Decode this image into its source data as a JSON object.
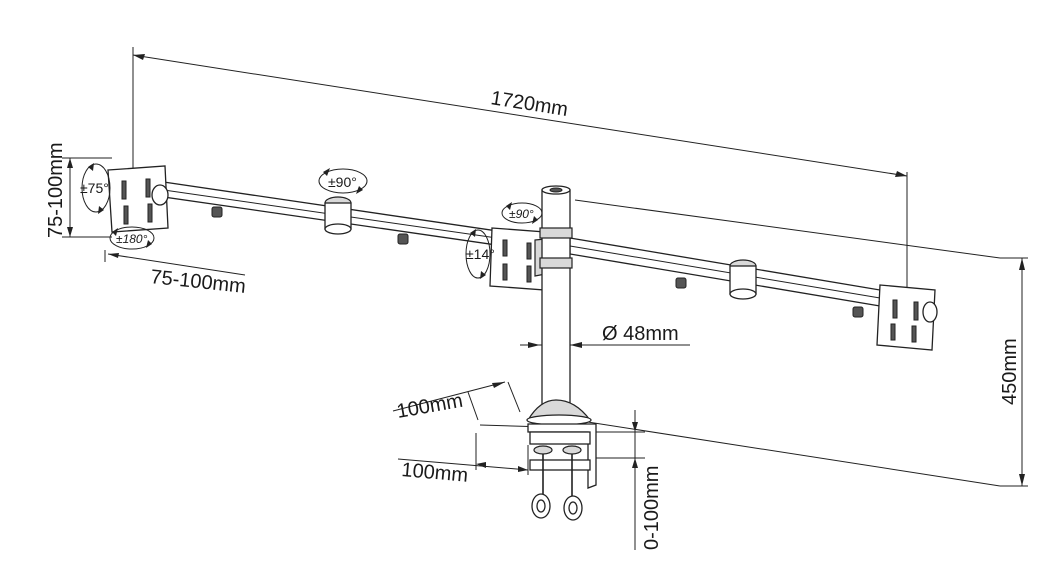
{
  "dimensions": {
    "total_width": "1720mm",
    "pole_height": "450mm",
    "pole_diameter": "Ø 48mm",
    "vesa_height": "75-100mm",
    "vesa_width": "75-100mm",
    "clamp_depth": "100mm",
    "clamp_width": "100mm",
    "desk_thickness": "0-100mm"
  },
  "rotations": {
    "center_arm_swivel": "±90°",
    "left_tilt": "±75°",
    "left_rotate": "±180°",
    "center_top_swivel": "±90°",
    "center_tilt": "±14°"
  }
}
